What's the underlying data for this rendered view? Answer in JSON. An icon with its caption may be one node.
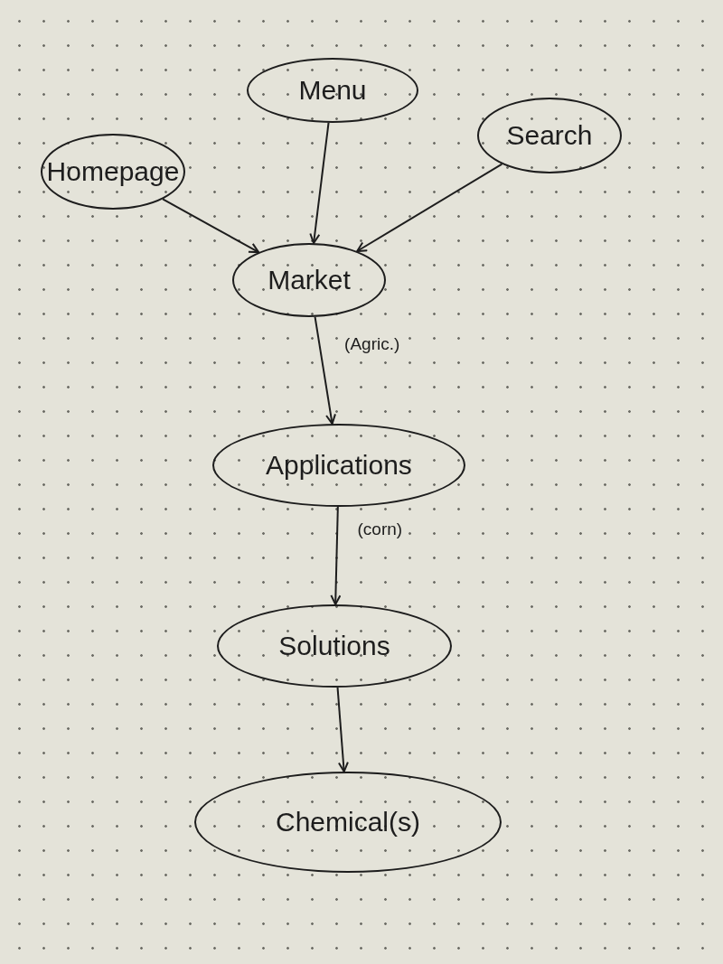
{
  "diagram": {
    "nodes": [
      {
        "text": [
          "Homepage"
        ]
      },
      {
        "text": [
          "Menu"
        ]
      },
      {
        "text": [
          "Search"
        ]
      },
      {
        "text": [
          "Market"
        ]
      },
      {
        "text": [
          "Applications"
        ]
      },
      {
        "text": [
          "Solutions"
        ]
      },
      {
        "text": [
          "Chemical(s)"
        ]
      }
    ],
    "edges": [
      {
        "from": 0,
        "to": 3,
        "arrow": "to"
      },
      {
        "from": 1,
        "to": 3,
        "arrow": "to"
      },
      {
        "from": 2,
        "to": 3,
        "arrow": "to"
      },
      {
        "from": 3,
        "to": 4,
        "arrow": "to",
        "label": "(Agric.)"
      },
      {
        "from": 4,
        "to": 5,
        "arrow": "to",
        "label": "(corn)"
      },
      {
        "from": 5,
        "to": 6,
        "arrow": "to"
      }
    ]
  }
}
